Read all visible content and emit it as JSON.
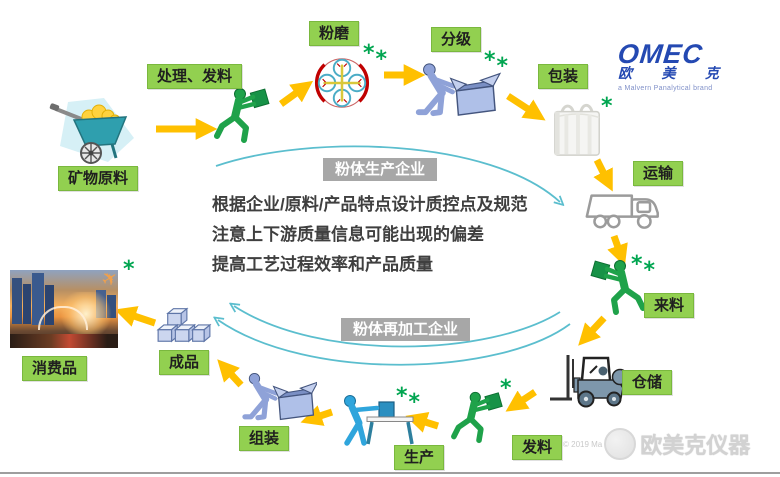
{
  "logo": {
    "wordmark": "OMEC",
    "cn": "欧 美 克",
    "tagline": "a Malvern Panalytical brand"
  },
  "stages": {
    "mineral": "矿物原料",
    "handle": "处理、发料",
    "grinding": "粉磨",
    "classify": "分级",
    "packing": "包装",
    "transport": "运输",
    "incoming": "来料",
    "warehouse": "仓储",
    "dispatch": "发料",
    "production": "生产",
    "assembly": "组装",
    "finished": "成品",
    "consumer": "消费品"
  },
  "banners": {
    "producer": "粉体生产企业",
    "reprocessor": "粉体再加工企业"
  },
  "notes": {
    "line1": "根据企业/原料/产品特点设计质控点及规范",
    "line2": "注意上下游质量信息可能出现的偏差",
    "line3": "提高工艺过程效率和产品质量"
  },
  "markers": {
    "grinding": "**",
    "classify": "**",
    "packing": "*",
    "incoming": "**",
    "dispatch": "*",
    "production": "**",
    "consumer": "*"
  },
  "watermark": {
    "copyright": "© 2019 Ma",
    "brand": "欧美克仪器"
  },
  "colors": {
    "label_green": "#92d050",
    "banner_gray": "#a7a7a7",
    "arrow_yellow": "#FFC000",
    "star_green": "#00A550",
    "flow_teal": "#5BBECE",
    "logo_blue": "#2449b2",
    "person_green": "#1FA24A",
    "person_blue": "#2FA5DC",
    "person_periwinkle": "#8FA2D8",
    "outline_gray": "#9b9b9b"
  }
}
